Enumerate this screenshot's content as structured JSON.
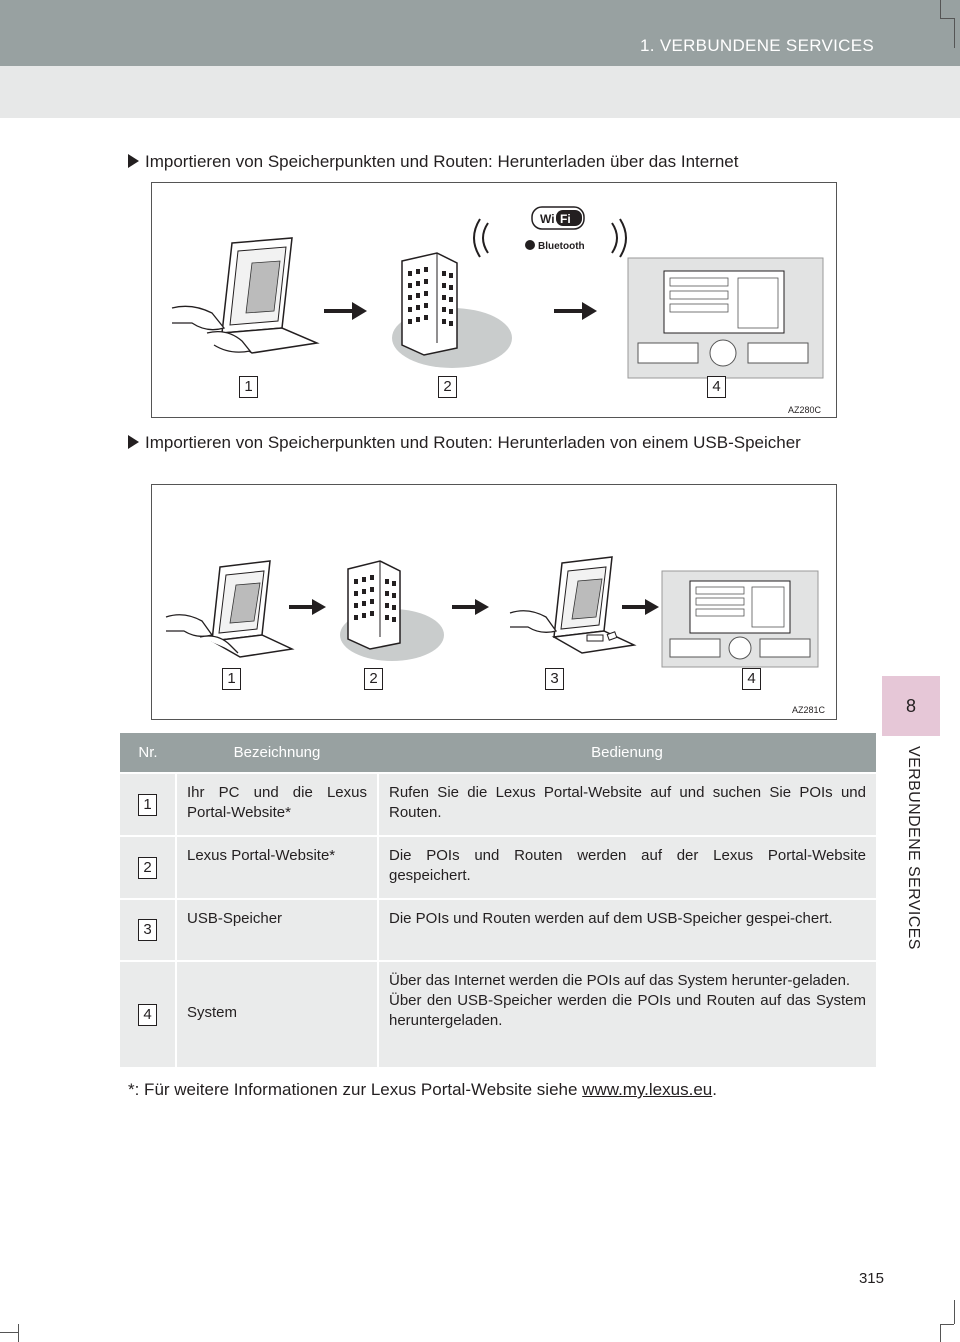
{
  "header": {
    "section_title": "1. VERBUNDENE SERVICES"
  },
  "side_tab": {
    "chapter_number": "8",
    "chapter_label": "VERBUNDENE SERVICES"
  },
  "bullets": [
    {
      "text": "Importieren von Speicherpunkten und Routen: Herunterladen über das Internet"
    },
    {
      "text": "Importieren von Speicherpunkten und Routen: Herunterladen von einem USB-Speicher"
    }
  ],
  "figure1": {
    "code": "AZ280C",
    "wifi_logo": "WiFi",
    "bluetooth_logo": "Bluetooth",
    "numbers": [
      "1",
      "2",
      "4"
    ]
  },
  "figure2": {
    "code": "AZ281C",
    "numbers": [
      "1",
      "2",
      "3",
      "4"
    ]
  },
  "table": {
    "headers": [
      "Nr.",
      "Bezeichnung",
      "Bedienung"
    ],
    "rows": [
      {
        "nr": "1",
        "name": "Ihr PC und die Lexus Portal-Website*",
        "desc": "Rufen Sie die Lexus Portal-Website auf und suchen Sie POIs und Routen."
      },
      {
        "nr": "2",
        "name": "Lexus Portal-Website*",
        "desc": "Die POIs und Routen werden auf der Lexus Portal-Website gespeichert."
      },
      {
        "nr": "3",
        "name": "USB-Speicher",
        "desc": "Die POIs und Routen werden auf dem USB-Speicher gespei-chert."
      },
      {
        "nr": "4",
        "name": "System",
        "desc": "Über das Internet werden die POIs auf das System herunter-geladen.",
        "desc2": "Über den USB-Speicher werden die POIs und Routen auf das System heruntergeladen."
      }
    ]
  },
  "footnote": {
    "prefix": "*: Für weitere Informationen zur Lexus Portal-Website siehe ",
    "link": "www.my.lexus.eu",
    "suffix": "."
  },
  "page_number": "315",
  "colors": {
    "header_gray": "#98a1a1",
    "band_gray": "#e7e8e8",
    "tab_pink": "#e6c7d7",
    "table_cell": "#eaebeb"
  }
}
